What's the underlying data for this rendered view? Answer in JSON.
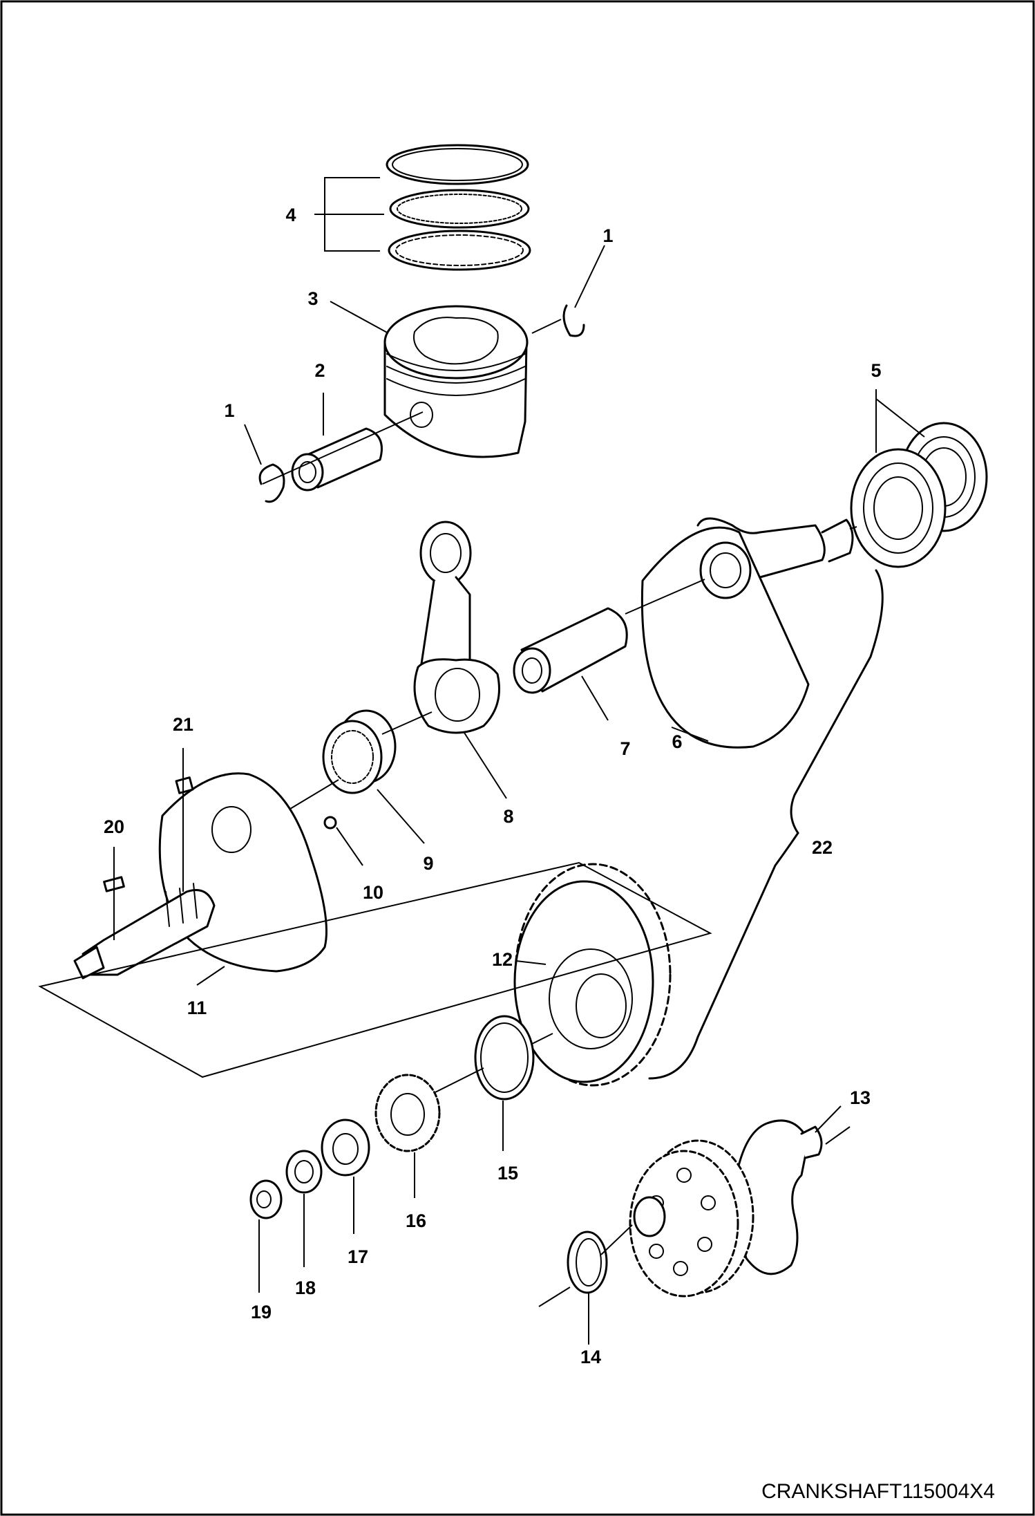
{
  "drawing_code": "CRANKSHAFT115004X4",
  "callouts": [
    {
      "key": "c1a",
      "number": "1"
    },
    {
      "key": "c1b",
      "number": "1"
    },
    {
      "key": "c2",
      "number": "2"
    },
    {
      "key": "c3",
      "number": "3"
    },
    {
      "key": "c4",
      "number": "4"
    },
    {
      "key": "c5",
      "number": "5"
    },
    {
      "key": "c6",
      "number": "6"
    },
    {
      "key": "c7",
      "number": "7"
    },
    {
      "key": "c8",
      "number": "8"
    },
    {
      "key": "c9",
      "number": "9"
    },
    {
      "key": "c10",
      "number": "10"
    },
    {
      "key": "c11",
      "number": "11"
    },
    {
      "key": "c12",
      "number": "12"
    },
    {
      "key": "c13",
      "number": "13"
    },
    {
      "key": "c14",
      "number": "14"
    },
    {
      "key": "c15",
      "number": "15"
    },
    {
      "key": "c16",
      "number": "16"
    },
    {
      "key": "c17",
      "number": "17"
    },
    {
      "key": "c18",
      "number": "18"
    },
    {
      "key": "c19",
      "number": "19"
    },
    {
      "key": "c20",
      "number": "20"
    },
    {
      "key": "c21",
      "number": "21"
    },
    {
      "key": "c22",
      "number": "22"
    }
  ]
}
